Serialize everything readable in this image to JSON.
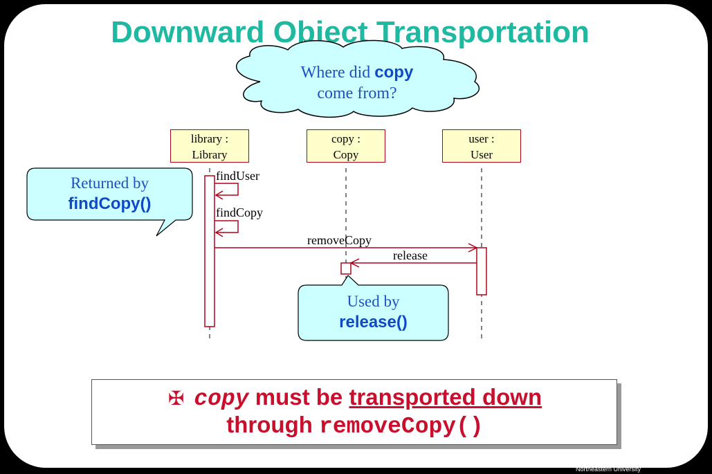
{
  "title": "Downward Object Transportation",
  "cloud": {
    "line1_a": "Where did ",
    "line1_b": "copy",
    "line2": "come from?"
  },
  "objects": [
    {
      "name_line": "library :",
      "class_line": "Library"
    },
    {
      "name_line": "copy :",
      "class_line": "Copy"
    },
    {
      "name_line": "user :",
      "class_line": "User"
    }
  ],
  "messages": {
    "find_user": "findUser",
    "find_copy": "findCopy",
    "remove_copy": "removeCopy",
    "release": "release"
  },
  "callout_returned": {
    "line1": "Returned by",
    "line2": "findCopy()"
  },
  "callout_used": {
    "line1": "Used by",
    "line2": "release()"
  },
  "note": {
    "bullet": "✠",
    "part1": "copy",
    "part2": " must be ",
    "part3": "transported down",
    "part4": "through ",
    "part5": "removeCopy()"
  },
  "footer": "Northeastern University",
  "colors": {
    "title": "#1fb8a0",
    "message_line": "#b3001b",
    "callout_fill": "#ccffff",
    "note_text": "#c8102e"
  }
}
